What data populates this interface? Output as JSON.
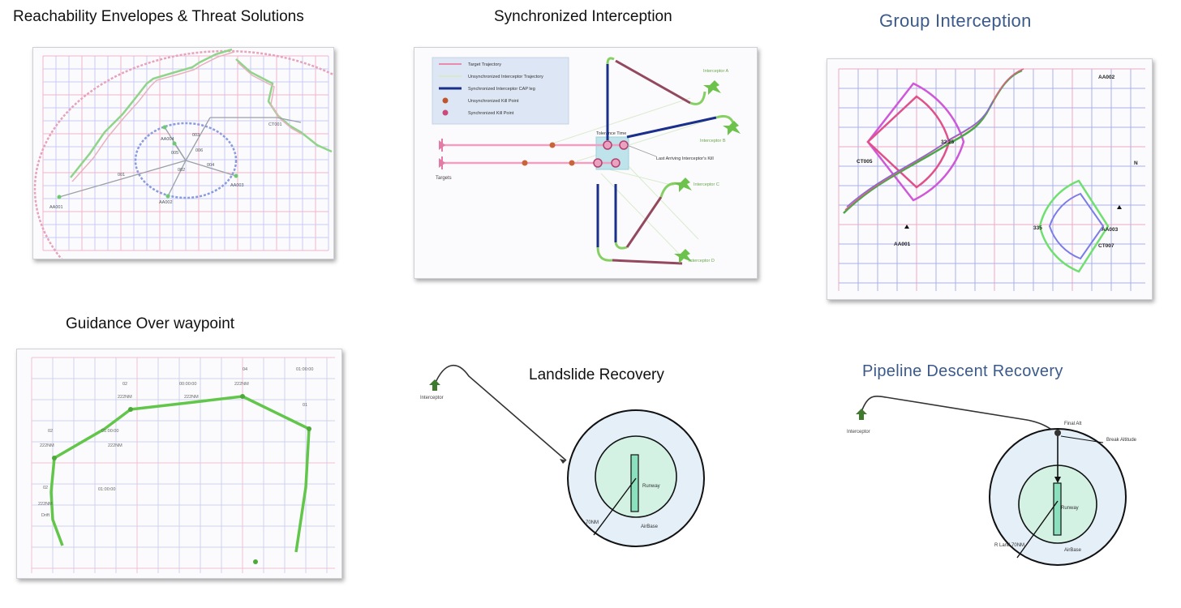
{
  "titles": {
    "reach": "Reachability Envelopes & Threat Solutions",
    "sync": "Synchronized Interception",
    "group": "Group Interception",
    "guidance": "Guidance Over waypoint",
    "landslide": "Landslide Recovery",
    "pipeline": "Pipeline Descent Recovery"
  },
  "reach": {
    "labels": [
      "AA001",
      "AA002",
      "CT001",
      "AA003",
      "AA004",
      "003",
      "001",
      "002",
      "004",
      "005",
      "006"
    ]
  },
  "sync": {
    "legend": [
      {
        "label": "Target Trajectory",
        "color": "#e88bb0"
      },
      {
        "label": "Unsynchronized Interceptor Trajectory",
        "color": "#d7e9c8"
      },
      {
        "label": "Synchronized Interceptor CAP leg",
        "color": "#1a2f8c"
      },
      {
        "label": "Unsynchronized Kill Point",
        "color": "#c0542f"
      },
      {
        "label": "Synchronized Kill Point",
        "color": "#c94a7a"
      }
    ],
    "tolerance_label": "Tolerance Time",
    "targets_label": "Targets",
    "last_arriving_label": "Last Arriving Interceptor's Kill",
    "interceptors": [
      "Interceptor A",
      "Interceptor B",
      "Interceptor C",
      "Interceptor D"
    ]
  },
  "group": {
    "labels": {
      "aa002": "AA002",
      "ct005": "CT005",
      "center1": "32.25",
      "aa001": "AA001",
      "e335": "335",
      "aa003": "AA003",
      "ct007": "CT007",
      "edge": "N"
    }
  },
  "guidance": {
    "labels": [
      "02",
      "222NM",
      "01:00:00",
      "02",
      "222NM",
      "222NM",
      "222NM",
      "04",
      "00:00:00",
      "222NM",
      "01:00:00",
      "01:00:00",
      "02",
      "222NM",
      "01",
      "Drift"
    ]
  },
  "landslide": {
    "interceptor": "Interceptor",
    "runway": "Runway",
    "radius": "70NM",
    "airbase": "AirBase"
  },
  "pipeline": {
    "interceptor": "Interceptor",
    "final_alt": "Final Alt",
    "break_alt": "Break Altitude",
    "runway": "Runway",
    "final_nm": "R Land 70NM",
    "airbase": "AirBase"
  }
}
